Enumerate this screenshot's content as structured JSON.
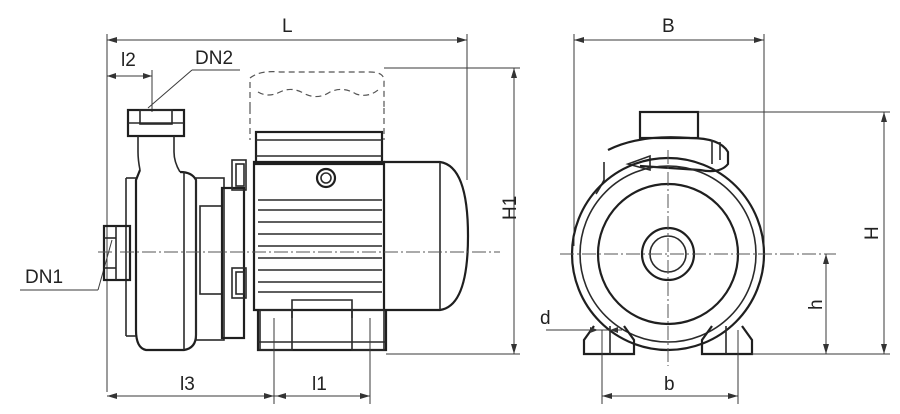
{
  "labels": {
    "L": "L",
    "l2": "l2",
    "DN2": "DN2",
    "DN1": "DN1",
    "H1": "H1",
    "l3": "l3",
    "l1": "l1",
    "B": "B",
    "H": "H",
    "h": "h",
    "d": "d",
    "b": "b"
  }
}
